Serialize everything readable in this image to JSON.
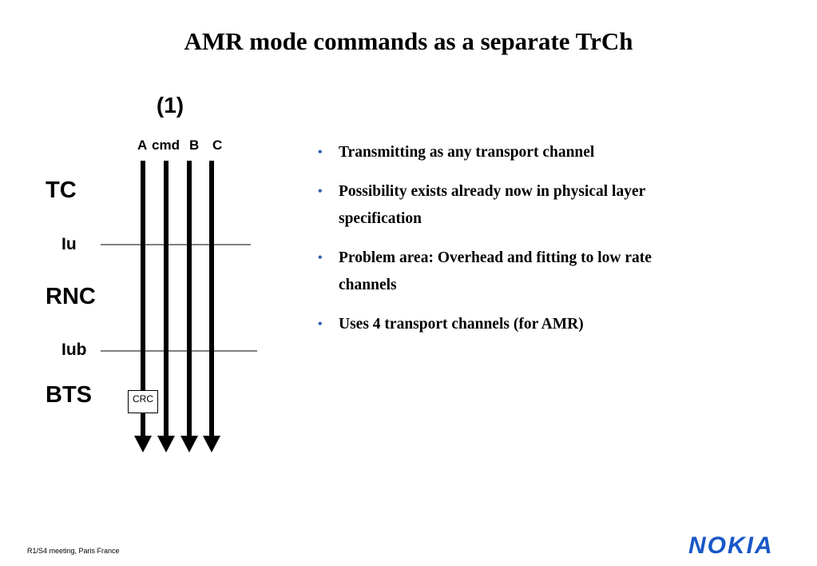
{
  "slide": {
    "title": "AMR mode commands as a separate TrCh",
    "subtitle": "(1)"
  },
  "diagram": {
    "channel_labels": [
      "A",
      "cmd",
      "B",
      "C"
    ],
    "layers": {
      "tc": "TC",
      "iu": "Iu",
      "rnc": "RNC",
      "iub": "Iub",
      "bts": "BTS"
    },
    "crc_label": "CRC"
  },
  "bullets": [
    "Transmitting as any transport channel",
    "Possibility exists already now in physical layer specification",
    "Problem area: Overhead and fitting to low rate channels",
    "Uses 4 transport channels (for AMR)"
  ],
  "footer": {
    "meeting": "R1/S4 meeting, Paris France",
    "logo": "NOKIA"
  },
  "colors": {
    "bullet": "#2f5fb3",
    "logo": "#1957c8"
  }
}
